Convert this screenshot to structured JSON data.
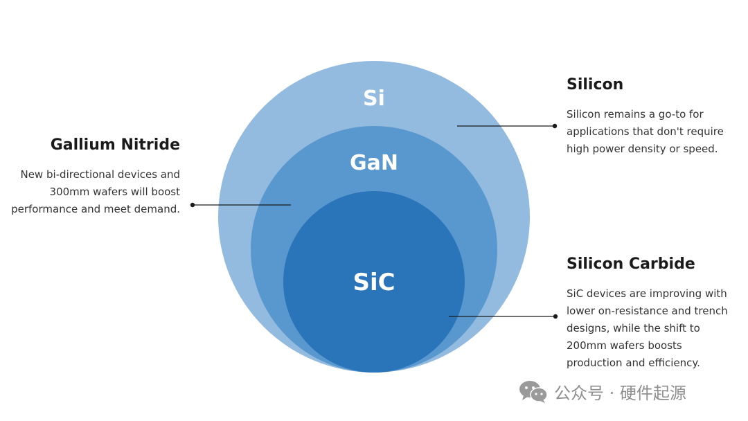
{
  "colors": {
    "outer_circle": "#93BADF",
    "middle_circle": "#5898CF",
    "inner_circle": "#2A74BA",
    "leader_line": "#1a1a1a",
    "watermark": "#8f8f8f"
  },
  "circles": {
    "outer_label": "Si",
    "middle_label": "GaN",
    "inner_label": "SiC"
  },
  "callouts": {
    "silicon": {
      "title": "Silicon",
      "body": "Silicon remains a go-to for applications that don't require high power density or speed."
    },
    "gallium_nitride": {
      "title": "Gallium Nitride",
      "body": "New bi-directional devices and 300mm wafers will boost performance and meet demand."
    },
    "silicon_carbide": {
      "title": "Silicon Carbide",
      "body": "SiC devices are improving with lower on-resistance and trench designs, while the shift to 200mm wafers boosts production and efficiency."
    }
  },
  "watermark": {
    "icon": "wechat-icon",
    "text": "公众号 · 硬件起源"
  }
}
